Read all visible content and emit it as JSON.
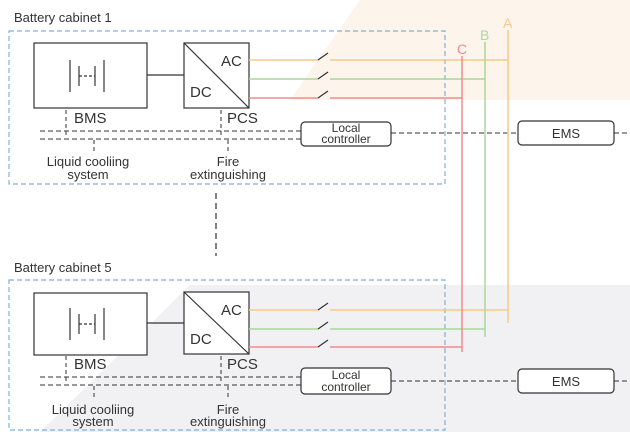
{
  "cabinets": [
    {
      "title": "Battery cabinet 1",
      "bms": "BMS",
      "pcs": "PCS",
      "ac": "AC",
      "dc": "DC",
      "local_controller": [
        "Local",
        "controller"
      ],
      "ems": "EMS",
      "liquid": [
        "Liquid cooliing",
        "system"
      ],
      "fire": [
        "Fire",
        "extinguishing"
      ]
    },
    {
      "title": "Battery cabinet 5",
      "bms": "BMS",
      "pcs": "PCS",
      "ac": "AC",
      "dc": "DC",
      "local_controller": [
        "Local",
        "controller"
      ],
      "ems": "EMS",
      "liquid": [
        "Liquid cooliing",
        "system"
      ],
      "fire": [
        "Fire",
        "extinguishing"
      ]
    }
  ],
  "bus_labels": {
    "a": "A",
    "b": "B",
    "c": "C"
  },
  "colors": {
    "phase_a": "#f5c98a",
    "phase_b": "#a8d89a",
    "phase_c": "#f08c8c",
    "cabinet_border": "#7fb0d8",
    "line": "#333333",
    "bg_top": "#fdf4ec",
    "bg_bottom": "#f1f1f3"
  }
}
